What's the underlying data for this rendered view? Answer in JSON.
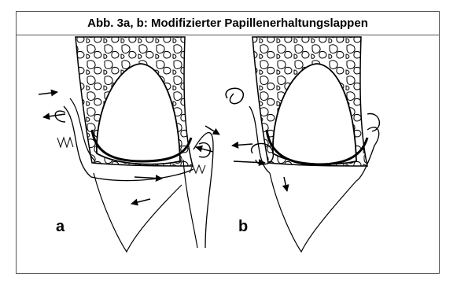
{
  "title": "Abb. 3a, b: Modifizierter Papillenerhaltungslappen",
  "panels": [
    {
      "label": "a"
    },
    {
      "label": "b"
    }
  ]
}
